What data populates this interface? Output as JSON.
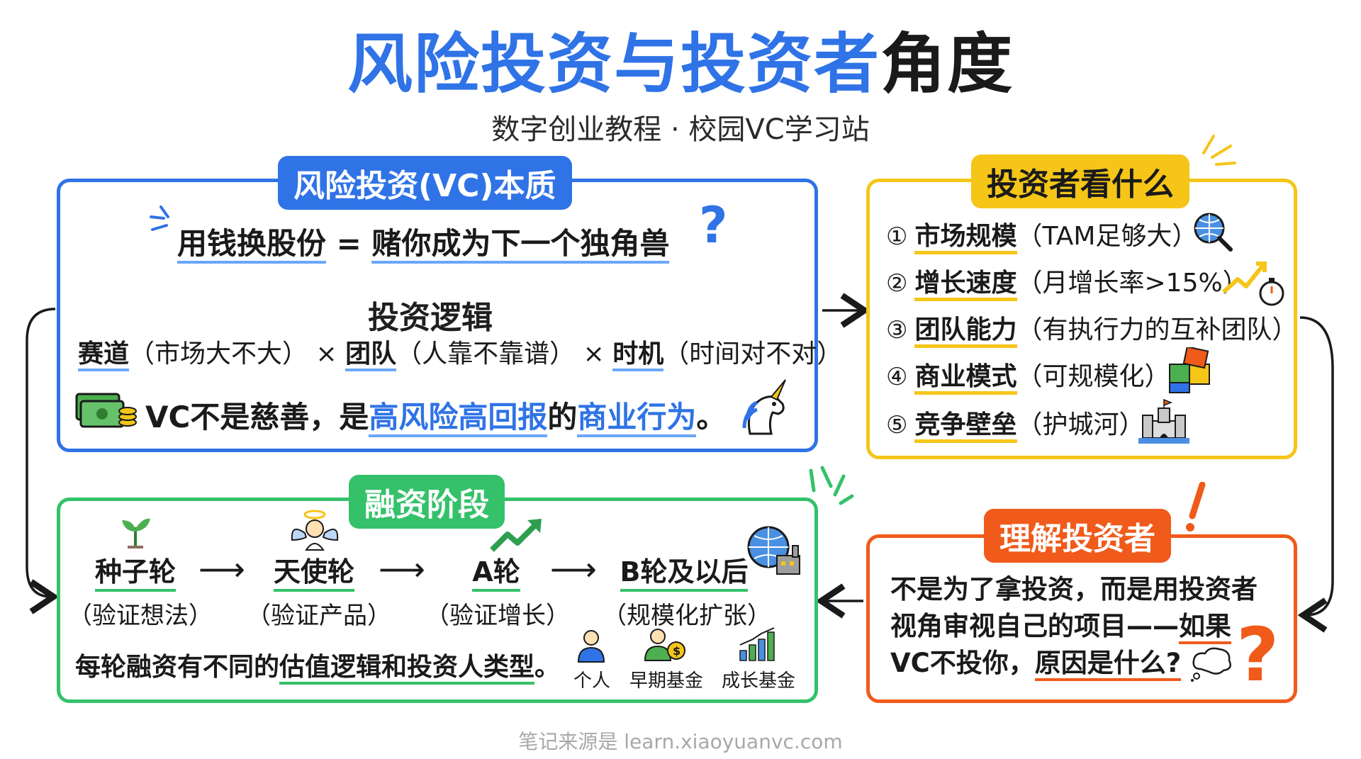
{
  "header": {
    "title_colored": "风险投资与投资者",
    "title_dark": "角度",
    "subtitle": "数字创业教程 · 校园VC学习站"
  },
  "vc_panel": {
    "title": "风险投资(VC)本质",
    "formula_left": "用钱换股份",
    "formula_eq": "=",
    "formula_right": "赌你成为下一个独角兽",
    "logic_title": "投资逻辑",
    "logic_items": [
      {
        "key": "赛道",
        "note": "（市场大不大）"
      },
      {
        "key": "团队",
        "note": "（人靠不靠谱）"
      },
      {
        "key": "时机",
        "note": "（时间对不对）"
      }
    ],
    "times": "×",
    "statement_a": "VC不是慈善，是",
    "statement_b": "高风险高回报",
    "statement_c": "的",
    "statement_d": "商业行为",
    "statement_e": "。"
  },
  "investor_panel": {
    "title": "投资者看什么",
    "items": [
      {
        "num": "①",
        "key": "市场规模",
        "note": "（TAM足够大）",
        "icon": "globe-magnifier-icon"
      },
      {
        "num": "②",
        "key": "增长速度",
        "note": "（月增长率>15%）",
        "icon": "growth-stopwatch-icon"
      },
      {
        "num": "③",
        "key": "团队能力",
        "note": "（有执行力的互补团队）",
        "icon": ""
      },
      {
        "num": "④",
        "key": "商业模式",
        "note": "（可规模化）",
        "icon": "puzzle-icon"
      },
      {
        "num": "⑤",
        "key": "竞争壁垒",
        "note": "（护城河）",
        "icon": "castle-icon"
      }
    ]
  },
  "funding_panel": {
    "title": "融资阶段",
    "stages": [
      {
        "name": "种子轮",
        "desc": "（验证想法）",
        "icon": "sprout-icon"
      },
      {
        "name": "天使轮",
        "desc": "（验证产品）",
        "icon": "angel-icon"
      },
      {
        "name": "A轮",
        "desc": "（验证增长）",
        "icon": "trend-up-icon"
      },
      {
        "name": "B轮及以后",
        "desc": "（规模化扩张）",
        "icon": "globe-factory-icon"
      }
    ],
    "arrow": "⟶",
    "note_a": "每轮融资有不同的",
    "note_b": "估值逻辑和投资人类型",
    "note_c": "。",
    "investor_types": [
      "个人",
      "早期基金",
      "成长基金"
    ]
  },
  "understand_panel": {
    "title": "理解投资者",
    "line1": "不是为了拿投资，而是用投资者",
    "line2a": "视角审视自己的项目——",
    "line2b": "如果",
    "line3a": "VC不投你，",
    "line3b": "原因是什么?"
  },
  "footer": {
    "source": "笔记来源是 learn.xiaoyuanvc.com"
  },
  "colors": {
    "blue": "#2f73e6",
    "yellow": "#f5c518",
    "green": "#34c16a",
    "orange": "#f05a1a"
  }
}
